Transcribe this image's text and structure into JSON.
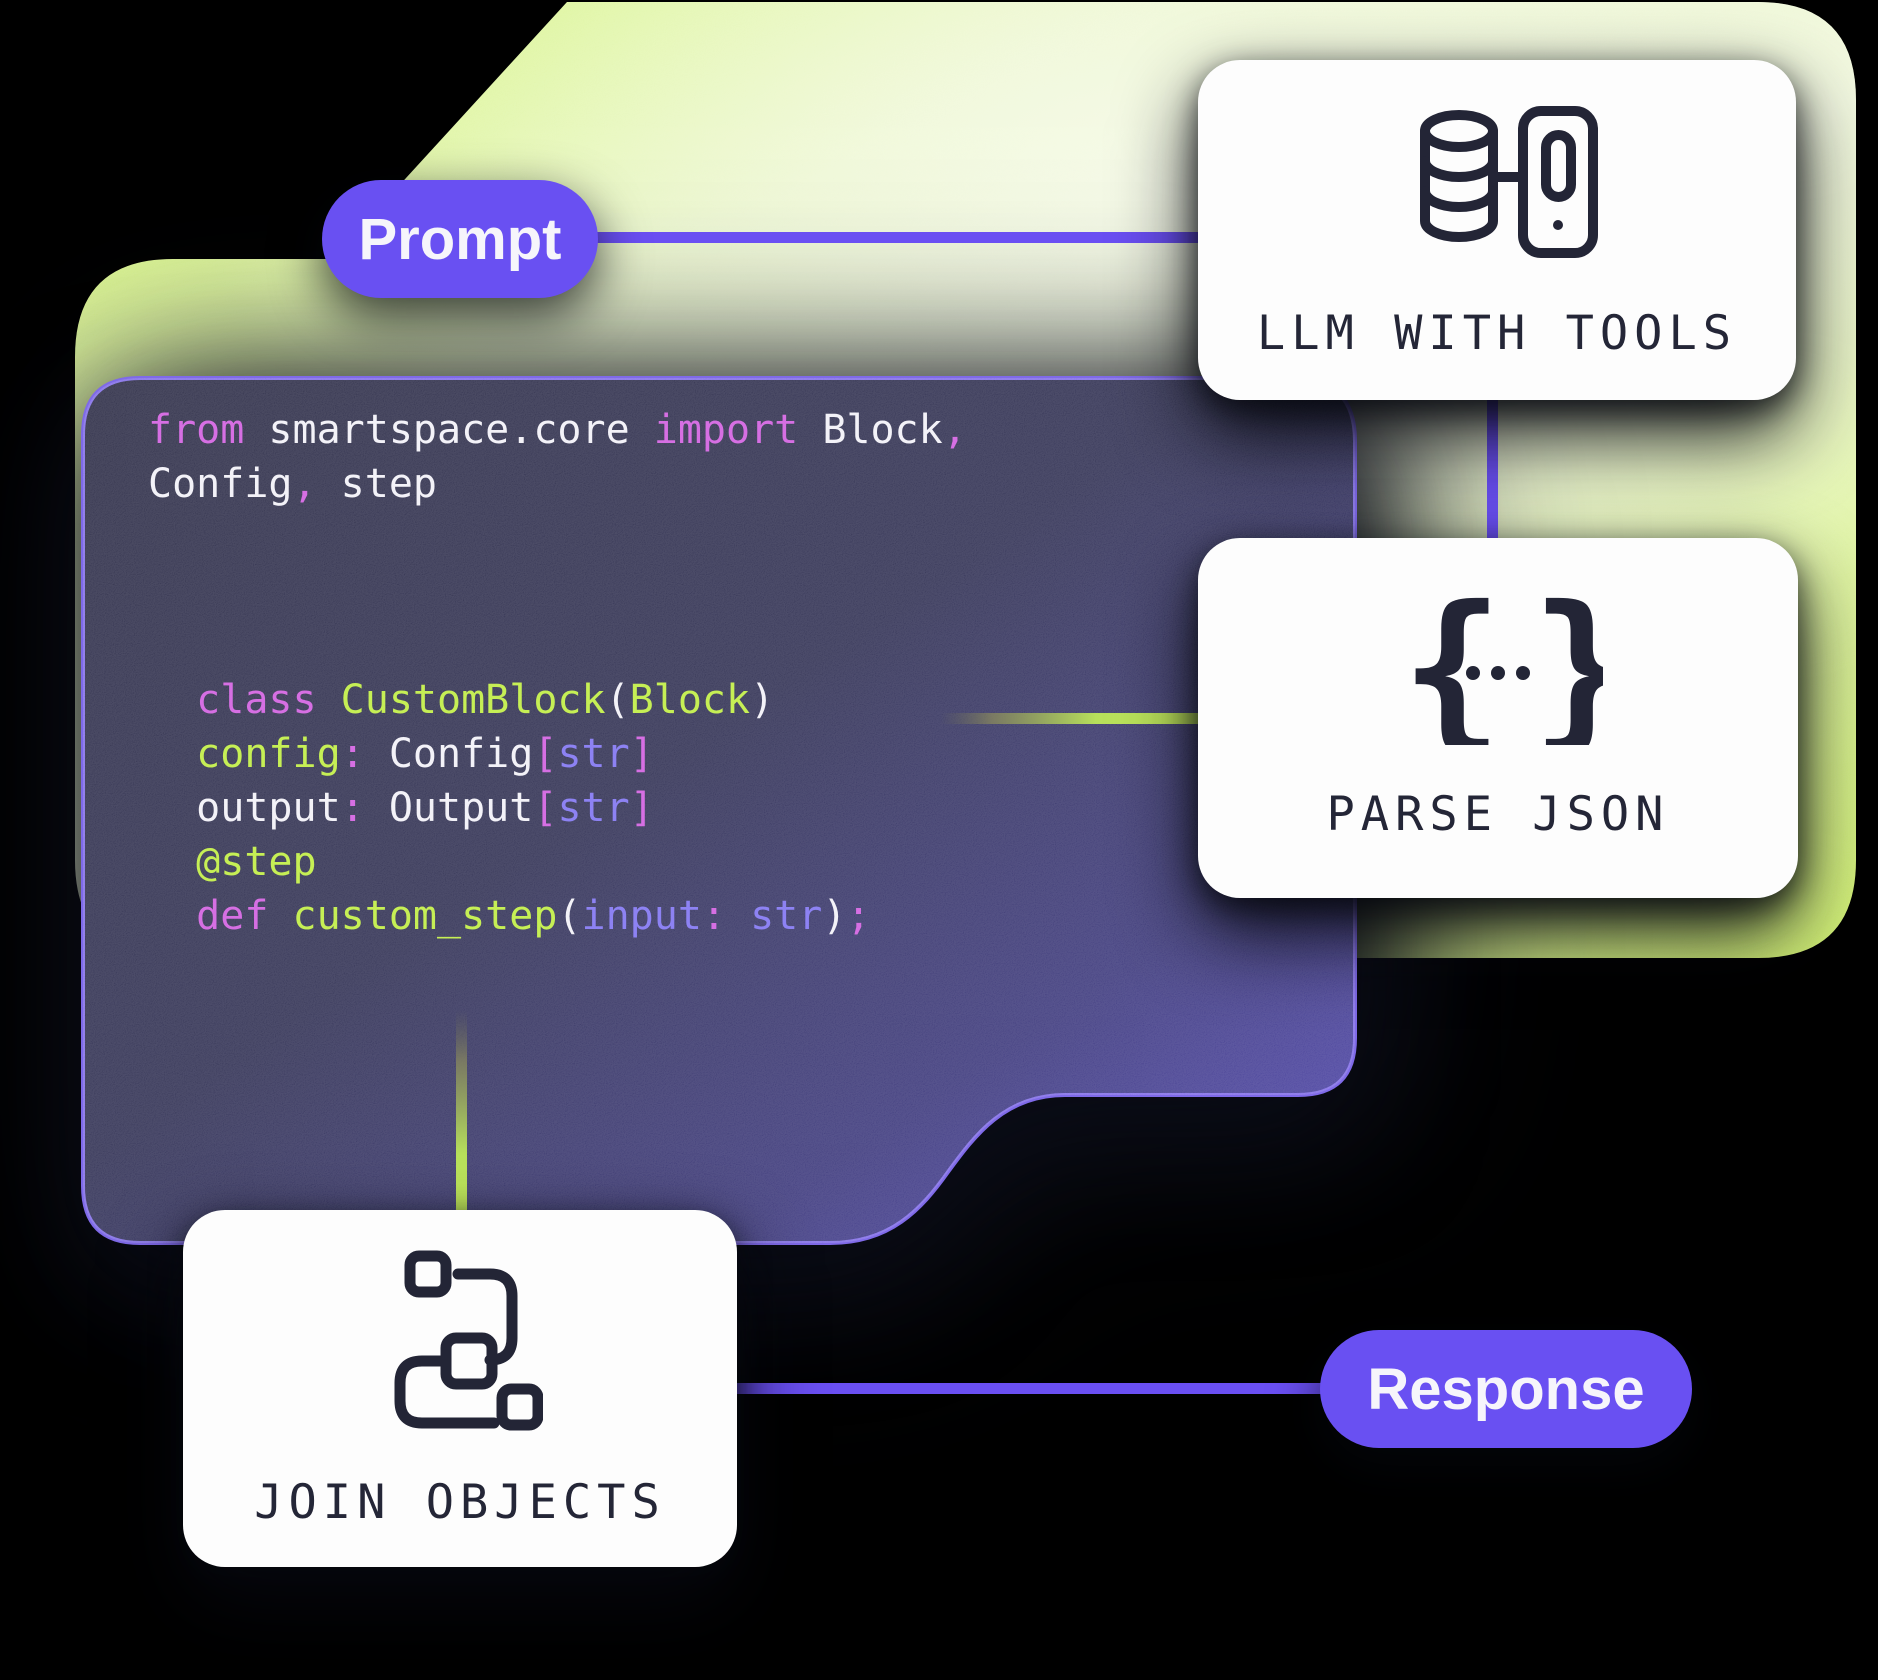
{
  "pills": {
    "prompt_label": "Prompt",
    "response_label": "Response"
  },
  "nodes": [
    {
      "id": "llm-with-tools",
      "label": "LLM WITH TOOLS",
      "icon": "database-phone-icon"
    },
    {
      "id": "parse-json",
      "label": "PARSE JSON",
      "icon": "json-braces-icon"
    },
    {
      "id": "join-objects",
      "label": "JOIN OBJECTS",
      "icon": "join-objects-icon"
    }
  ],
  "code": {
    "lines": [
      [
        {
          "t": "from ",
          "c": "kw"
        },
        {
          "t": "smartspace.core ",
          "c": "id"
        },
        {
          "t": "import ",
          "c": "kw"
        },
        {
          "t": "Block",
          "c": "id"
        },
        {
          "t": ",",
          "c": "pn"
        }
      ],
      [
        {
          "t": "Config",
          "c": "id"
        },
        {
          "t": ",",
          "c": "pn"
        },
        {
          "t": " step",
          "c": "id"
        }
      ],
      [],
      [],
      [],
      [
        {
          "t": "  ",
          "c": "sp"
        },
        {
          "t": "class ",
          "c": "kw"
        },
        {
          "t": "CustomBlock",
          "c": "fn"
        },
        {
          "t": "(",
          "c": "br"
        },
        {
          "t": "Block",
          "c": "fn"
        },
        {
          "t": ")",
          "c": "br"
        }
      ],
      [
        {
          "t": "  ",
          "c": "sp"
        },
        {
          "t": "config",
          "c": "fn"
        },
        {
          "t": ":",
          "c": "pn"
        },
        {
          "t": " Config",
          "c": "id"
        },
        {
          "t": "[",
          "c": "pn"
        },
        {
          "t": "str",
          "c": "ty"
        },
        {
          "t": "]",
          "c": "pn"
        }
      ],
      [
        {
          "t": "  ",
          "c": "sp"
        },
        {
          "t": "output",
          "c": "id"
        },
        {
          "t": ":",
          "c": "pn"
        },
        {
          "t": " Output",
          "c": "id"
        },
        {
          "t": "[",
          "c": "pn"
        },
        {
          "t": "str",
          "c": "ty"
        },
        {
          "t": "]",
          "c": "pn"
        }
      ],
      [
        {
          "t": "  ",
          "c": "sp"
        },
        {
          "t": "@step",
          "c": "fn"
        }
      ],
      [
        {
          "t": "  ",
          "c": "sp"
        },
        {
          "t": "def ",
          "c": "kw"
        },
        {
          "t": "custom_step",
          "c": "fn"
        },
        {
          "t": "(",
          "c": "br"
        },
        {
          "t": "input",
          "c": "ty"
        },
        {
          "t": ":",
          "c": "pn"
        },
        {
          "t": " str",
          "c": "ty"
        },
        {
          "t": ")",
          "c": "br"
        },
        {
          "t": ";",
          "c": "pn"
        }
      ]
    ]
  },
  "colors": {
    "accent_purple": "#6950f2",
    "line_purple": "#6a4ff2",
    "accent_lime": "#c9f05e",
    "card_bg": "#fdfdfd",
    "card_text": "#242637",
    "panel_border": "#7f6ae8",
    "code_keyword": "#d66fe3",
    "code_identifier": "#f3f2f8",
    "code_function": "#c6ef55",
    "code_type": "#8d82f3"
  }
}
